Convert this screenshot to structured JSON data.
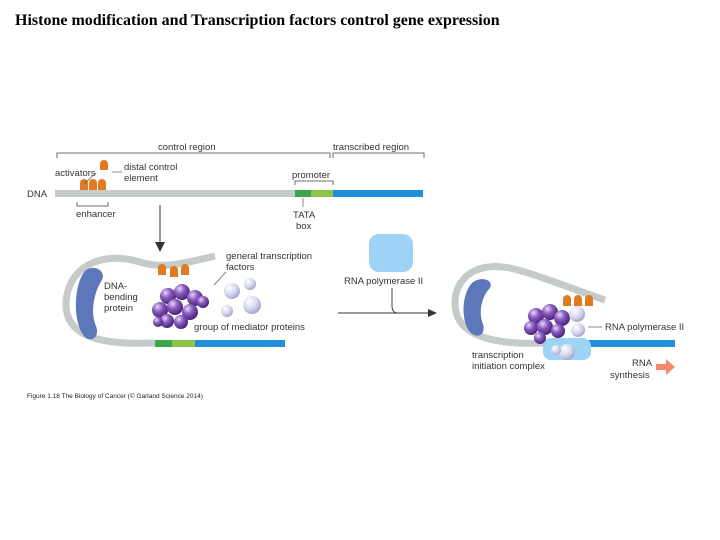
{
  "slide_title": "Histone modification and Transcription factors control gene expression",
  "labels": {
    "control_region": "control region",
    "transcribed_region": "transcribed region",
    "activators": "activators",
    "distal_control_1": "distal control",
    "distal_control_2": "element",
    "dna": "DNA",
    "promoter": "promoter",
    "enhancer": "enhancer",
    "tata_1": "TATA",
    "tata_2": "box",
    "general_tf_1": "general transcription",
    "general_tf_2": "factors",
    "dna_bending_1": "DNA-",
    "dna_bending_2": "bending",
    "dna_bending_3": "protein",
    "mediator": "group of mediator proteins",
    "rna_pol_left": "RNA polymerase II",
    "rna_pol_right": "RNA polymerase II",
    "tic_1": "transcription",
    "tic_2": "initiation complex",
    "rna_syn_1": "RNA",
    "rna_syn_2": "synthesis"
  },
  "caption": "Figure 1.18 The Biology of Cancer (© Garland Science 2014)",
  "colors": {
    "dna_gray": "#c5cbc8",
    "transcribed_blue": "#1f8fd8",
    "tata_green": "#3aa54a",
    "promoter_light_green": "#8cc54a",
    "activator_orange": "#e07b22",
    "mediator_purple": "#6b3c9c",
    "gtf_lavender": "#d8d8ee",
    "rna_pol_blue": "#9fd3f5",
    "bending_protein": "#5c78bb",
    "arrow_salmon": "#f28a6e"
  }
}
